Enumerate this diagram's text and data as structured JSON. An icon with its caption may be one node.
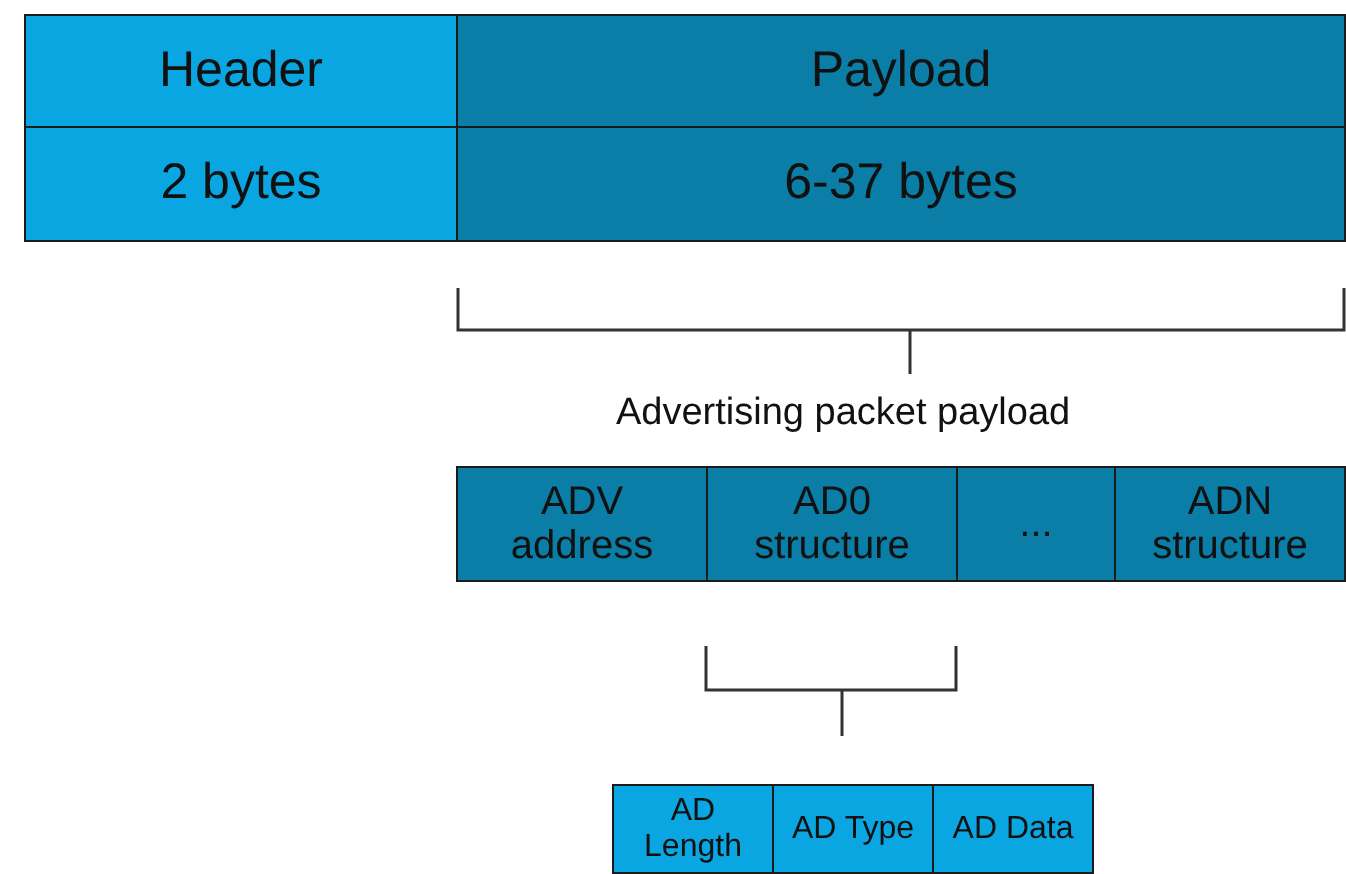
{
  "diagram": {
    "nodes": [
      {
        "text": [
          "Header"
        ]
      },
      {
        "text": [
          "Payload"
        ]
      },
      {
        "text": [
          "2 bytes"
        ]
      },
      {
        "text": [
          "6-37 bytes"
        ]
      },
      {
        "text": [
          "ADV address"
        ]
      },
      {
        "text": [
          "AD0 structure"
        ]
      },
      {
        "text": [
          "..."
        ]
      },
      {
        "text": [
          "ADN structure"
        ]
      },
      {
        "text": [
          "AD Length"
        ]
      },
      {
        "text": [
          "AD Type"
        ]
      },
      {
        "text": [
          "AD Data"
        ]
      }
    ],
    "labels": [
      "Advertising packet payload"
    ]
  }
}
